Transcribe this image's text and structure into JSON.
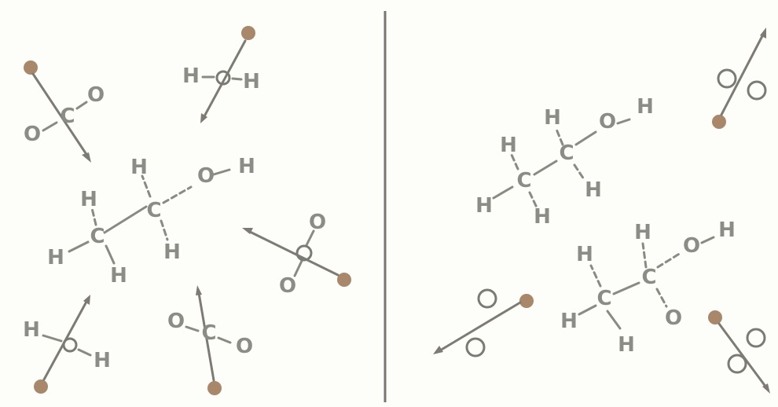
{
  "labels": {
    "c": "C",
    "h": "H",
    "o": "O"
  },
  "colors": {
    "atom": "#7b7b74",
    "bond": "#8a8a82",
    "impact_marker": "#a8876a",
    "divider": "#7a756d",
    "background": "#fdfdfa"
  }
}
